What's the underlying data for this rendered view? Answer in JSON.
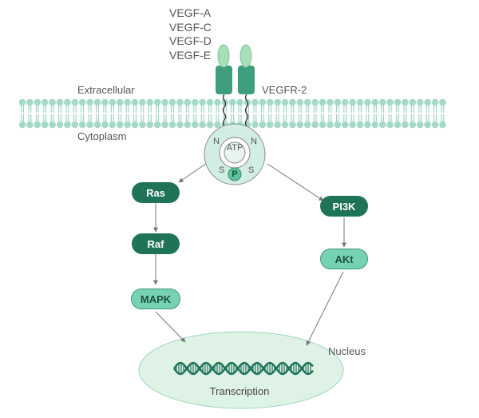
{
  "ligands": [
    "VEGF-A",
    "VEGF-C",
    "VEGF-D",
    "VEGF-E"
  ],
  "receptor_label": "VEGFR-2",
  "extracellular_label": "Extracellular",
  "cytoplasm_label": "Cytoplasm",
  "domain": {
    "atp": "ATP",
    "n_left": "N",
    "n_right": "N",
    "s_left": "S",
    "s_right": "S",
    "phospho": "P"
  },
  "left_pathway": [
    "Ras",
    "Raf",
    "MAPK"
  ],
  "right_pathway": [
    "PI3K",
    "AKt"
  ],
  "nucleus_label": "Nucleus",
  "transcription_label": "Transcription",
  "colors": {
    "membrane": "#a4d9c8",
    "membrane_dark": "#8fcbb8",
    "receptor": "#3f9e7e",
    "ligand": "#a6dfb8",
    "node_dark": "#1f7359",
    "node_light": "#76d2b1",
    "nucleus": "#dff2e6",
    "dna": "#1d7259"
  }
}
